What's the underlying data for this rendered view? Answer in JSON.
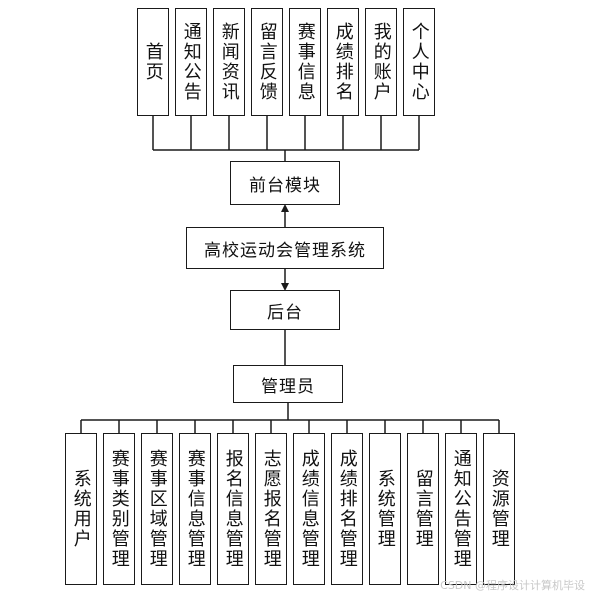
{
  "title": "高校运动会管理系统",
  "frontend": {
    "label": "前台模块",
    "items": [
      "首页",
      "通知公告",
      "新闻资讯",
      "留言反馈",
      "赛事信息",
      "成绩排名",
      "我的账户",
      "个人中心"
    ]
  },
  "backend": {
    "label": "后台",
    "role": "管理员",
    "items": [
      "系统用户",
      "赛事类别管理",
      "赛事区域管理",
      "赛事信息管理",
      "报名信息管理",
      "志愿报名管理",
      "成绩信息管理",
      "成绩排名管理",
      "系统管理",
      "留言管理",
      "通知公告管理",
      "资源管理"
    ]
  },
  "watermark": "CSDN @程序设计计算机毕设"
}
